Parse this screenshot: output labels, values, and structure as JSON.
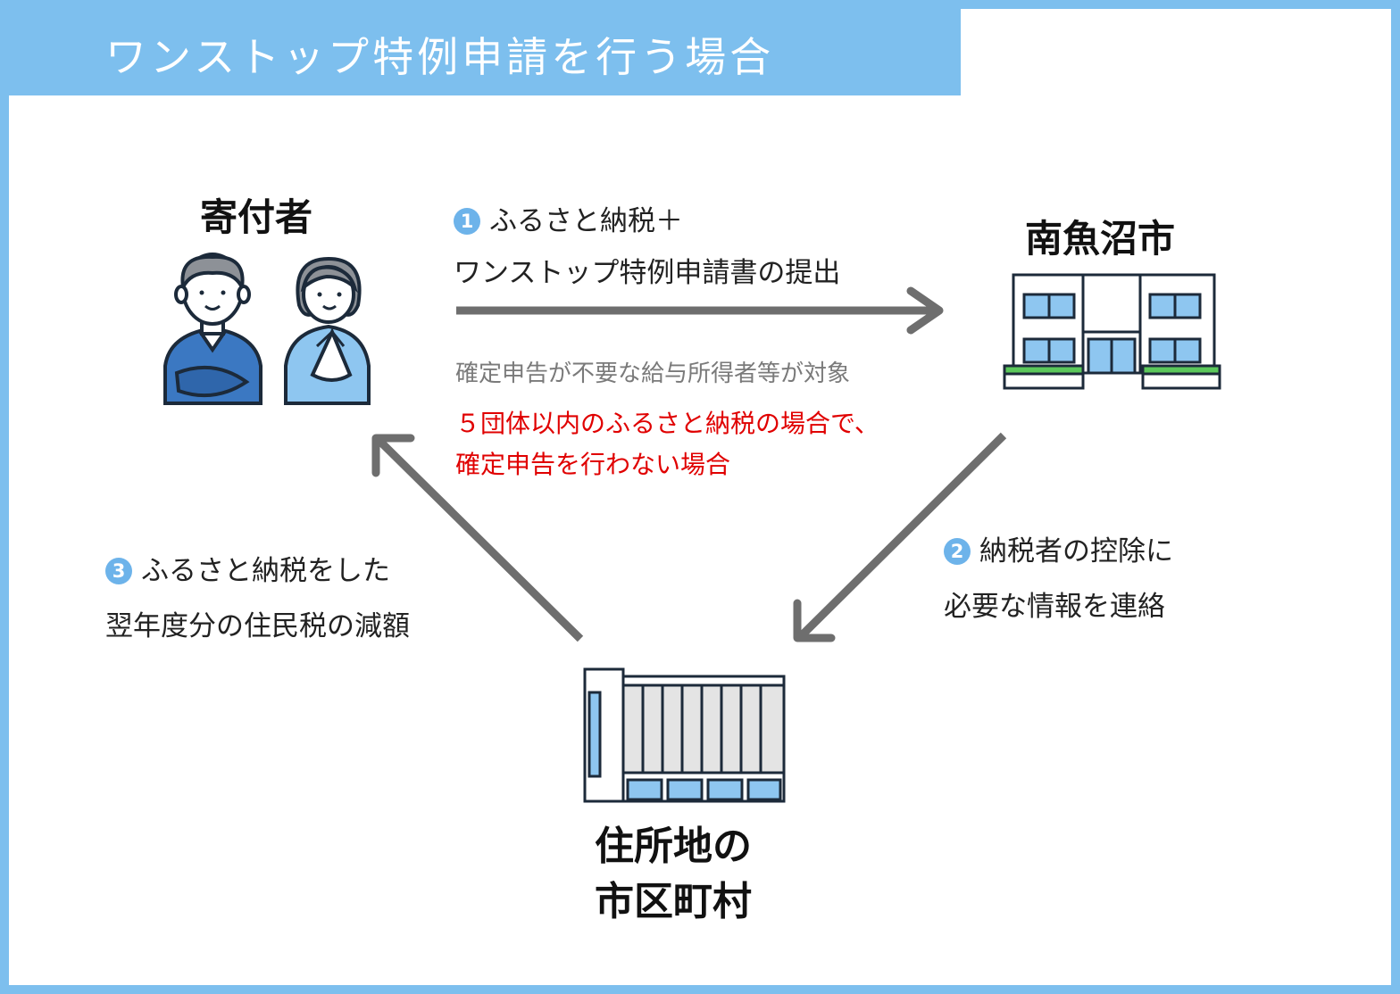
{
  "title": "ワンストップ特例申請を行う場合",
  "nodes": {
    "donor": "寄付者",
    "city": "南魚沼市",
    "municipality_line1": "住所地の",
    "municipality_line2": "市区町村"
  },
  "steps": [
    {
      "num": "1",
      "line1": "ふるさと納税＋",
      "line2": "ワンストップ特例申請書の提出"
    },
    {
      "num": "2",
      "line1": "納税者の控除に",
      "line2": "必要な情報を連絡"
    },
    {
      "num": "3",
      "line1": "ふるさと納税をした",
      "line2": "翌年度分の住民税の減額"
    }
  ],
  "notes": {
    "target": "確定申告が不要な給与所得者等が対象",
    "condition_line1": "５団体以内のふるさと納税の場合で、",
    "condition_line2": "確定申告を行わない場合"
  },
  "colors": {
    "frame": "#7dbfee",
    "arrow": "#6e6e6e",
    "accent_blue": "#6db3ea",
    "note_red": "#e00000",
    "note_gray": "#7a7a7a",
    "roof_green": "#5bc85b"
  },
  "icons": [
    "man-icon",
    "woman-icon",
    "city-hall-icon",
    "municipal-building-icon"
  ]
}
